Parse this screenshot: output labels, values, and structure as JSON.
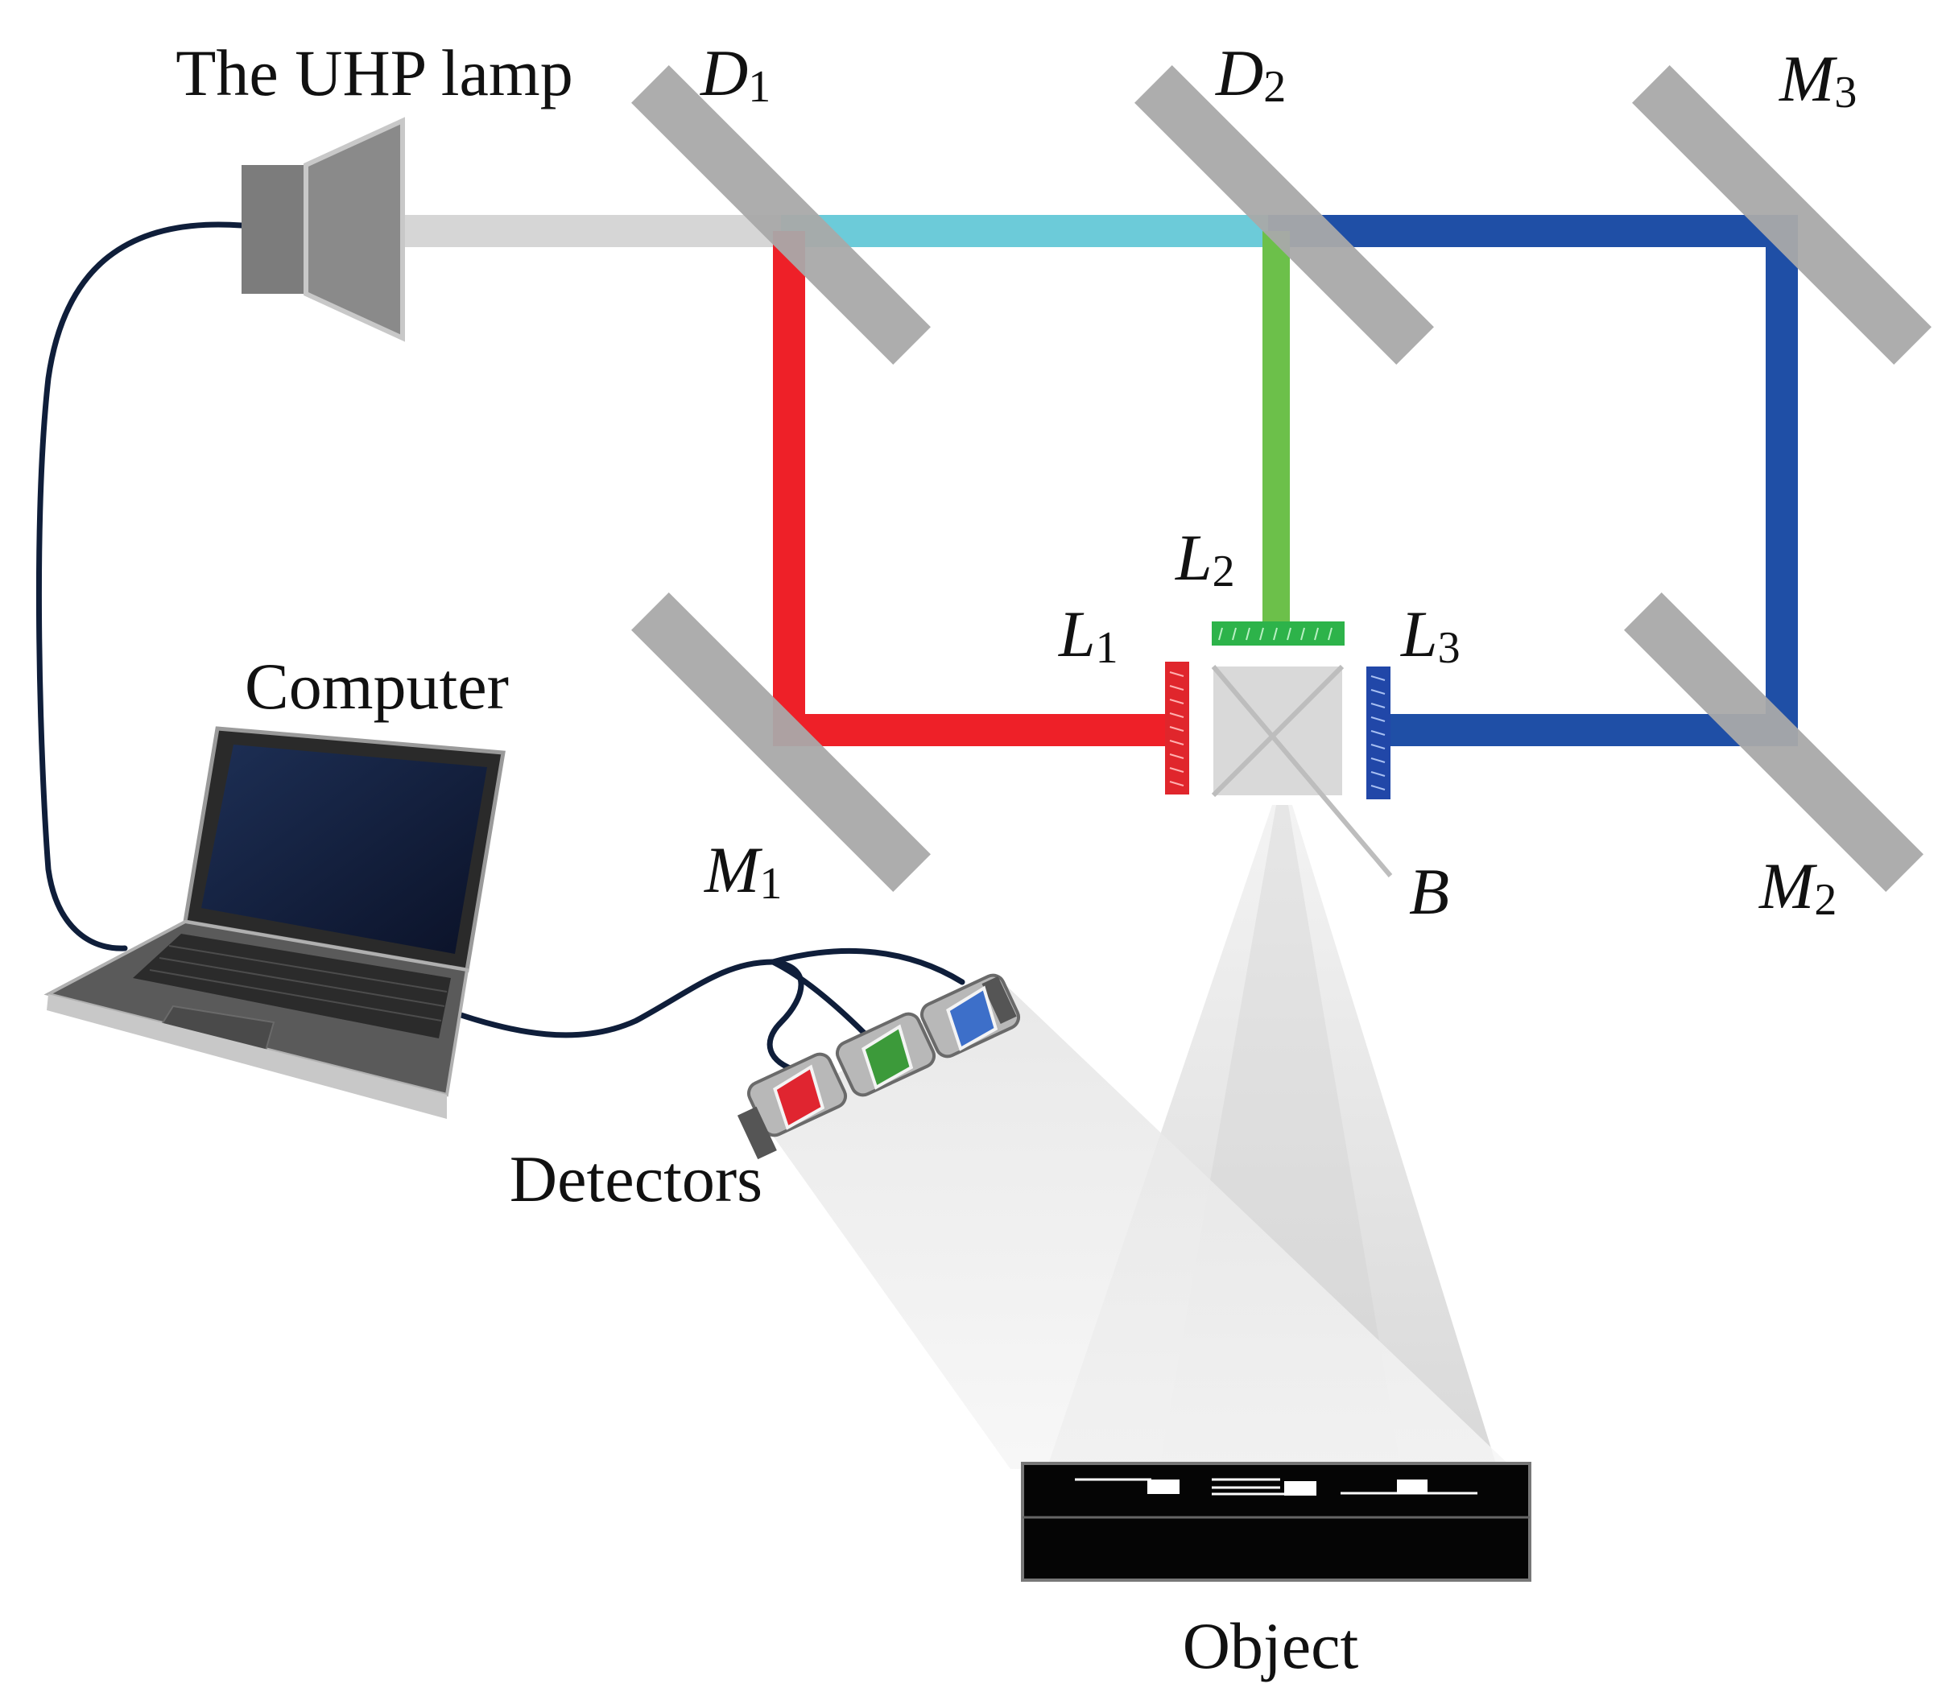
{
  "labels": {
    "lamp": "The UHP lamp",
    "computer": "Computer",
    "detectors": "Detectors",
    "object": "Object",
    "beamsplitter": "B"
  },
  "mirrors": {
    "D1": {
      "letter": "D",
      "sub": "1"
    },
    "D2": {
      "letter": "D",
      "sub": "2"
    },
    "M1": {
      "letter": "M",
      "sub": "1"
    },
    "M2": {
      "letter": "M",
      "sub": "2"
    },
    "M3": {
      "letter": "M",
      "sub": "3"
    }
  },
  "lcds": {
    "L1": {
      "letter": "L",
      "sub": "1"
    },
    "L2": {
      "letter": "L",
      "sub": "2"
    },
    "L3": {
      "letter": "L",
      "sub": "3"
    }
  },
  "colors": {
    "white_beam": "#d6d6d6",
    "cyan_beam": "#6ccbd9",
    "red_beam": "#ee2028",
    "green_beam": "#6cc04a",
    "blue_beam": "#1f4fa6",
    "mirror": "#a9a9a9",
    "cable": "#0f1e3a"
  }
}
